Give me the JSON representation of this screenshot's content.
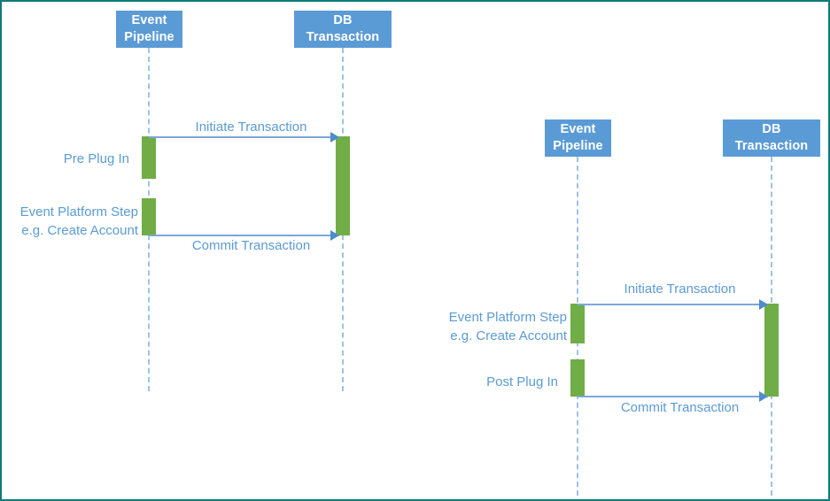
{
  "diagram": {
    "title": "Event Pipeline / DB Transaction plug-in sequence diagram",
    "type": "uml-sequence-diagram",
    "colors": {
      "participant_fill": "#5B9BD5",
      "participant_text": "#FFFFFF",
      "activation_fill": "#70AD47",
      "lifeline": "#9DC3E6",
      "message_line": "#7BA7D7",
      "arrow_head": "#4F8CCB",
      "label_text": "#5B9BD5",
      "canvas_border": "#0F7A7A",
      "background": "#FFFFFF"
    }
  },
  "panels": [
    {
      "id": "pre-plug-in-panel",
      "name": "Pre Plug In flow",
      "participants": [
        {
          "id": "event-pipeline",
          "line1": "Event",
          "line2": "Pipeline"
        },
        {
          "id": "db-transaction",
          "line1": "DB",
          "line2": "Transaction"
        }
      ],
      "side_labels": [
        {
          "id": "pre-plug-in",
          "line1": "Pre Plug In",
          "line2": ""
        },
        {
          "id": "event-platform-step",
          "line1": "Event Platform Step",
          "line2": "e.g. Create Account"
        }
      ],
      "messages": [
        {
          "id": "initiate-transaction",
          "label": "Initiate Transaction",
          "from": "event-pipeline",
          "to": "db-transaction",
          "position": "above"
        },
        {
          "id": "commit-transaction",
          "label": "Commit Transaction",
          "from": "event-pipeline",
          "to": "db-transaction",
          "position": "below"
        }
      ]
    },
    {
      "id": "post-plug-in-panel",
      "name": "Post Plug In flow",
      "participants": [
        {
          "id": "event-pipeline",
          "line1": "Event",
          "line2": "Pipeline"
        },
        {
          "id": "db-transaction",
          "line1": "DB",
          "line2": "Transaction"
        }
      ],
      "side_labels": [
        {
          "id": "event-platform-step",
          "line1": "Event Platform Step",
          "line2": "e.g. Create Account"
        },
        {
          "id": "post-plug-in",
          "line1": "Post Plug In",
          "line2": ""
        }
      ],
      "messages": [
        {
          "id": "initiate-transaction",
          "label": "Initiate Transaction",
          "from": "event-pipeline",
          "to": "db-transaction",
          "position": "above"
        },
        {
          "id": "commit-transaction",
          "label": "Commit Transaction",
          "from": "event-pipeline",
          "to": "db-transaction",
          "position": "below"
        }
      ]
    }
  ]
}
